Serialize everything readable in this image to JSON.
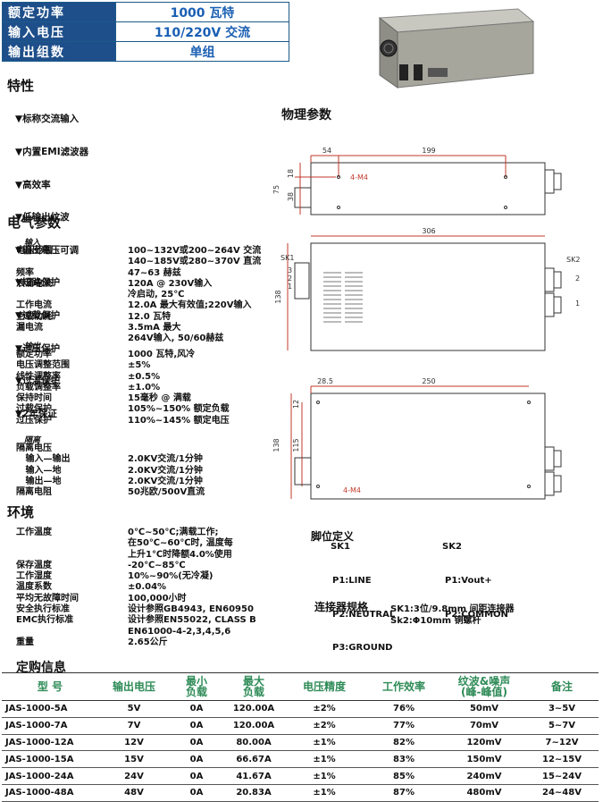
{
  "spec_table": [
    {
      "key": "额定功率",
      "value": "1000 瓦特"
    },
    {
      "key": "输入电压",
      "value": "110/220V 交流"
    },
    {
      "key": "输出组数",
      "value": "单组"
    }
  ],
  "features": {
    "title": "特性",
    "items": [
      "▼标称交流输入",
      "▼内置EMI滤波器",
      "▼高效率",
      "▼低输出纹波",
      "▼输出电压可调",
      "▼短路保护",
      "▼过载保护",
      "▼过压保护",
      "▼过温保护",
      "▼2年保证"
    ]
  },
  "physical_title": "物理参数",
  "electrical": {
    "title": "电气参数",
    "input_header": "输入",
    "input_labels": "电压范围\n\n频率\n浪涌电流\n\n工作电流\n空载功耗\n漏电流",
    "input_values": "100~132V或200~264V 交流\n140~185V或280~370V 直流\n47~63 赫兹\n120A @ 230V输入\n冷启动, 25℃\n12.0A 最大有效值;220V输入\n12.0 瓦特\n3.5mA 最大\n264V输入, 50/60赫兹",
    "output_header": "输出",
    "output_labels": "额定功率\n电压调整范围\n线性调整率\n负载调整率\n保持时间\n过载保护\n过压保护",
    "output_values": "1000 瓦特,风冷\n±5%\n±0.5%\n±1.0%\n15毫秒 @ 满载\n105%~150% 额定负载\n110%~145% 额定电压",
    "iso_header": "隔离",
    "iso_labels": "隔离电压\n   输入—输出\n   输入—地\n   输出—地\n隔离电阻",
    "iso_values": "\n2.0KV交流/1分钟\n2.0KV交流/1分钟\n2.0KV交流/1分钟\n50兆欧/500V直流"
  },
  "environment": {
    "title": "环境",
    "labels": "工作温度\n\n\n保存温度\n工作湿度\n温度系数\n平均无故障时间\n安全执行标准\nEMC执行标准\n\n重量",
    "values": "0℃~50℃;满载工作;\n在50℃~60℃时, 温度每\n上升1℃时降额4.0%使用\n-20℃~85℃\n10%~90%(无冷凝)\n±0.04%\n100,000小时\n设计参照GB4943, EN60950\n设计参照EN55022, CLASS B\nEN61000-4-2,3,4,5,6\n2.65公斤"
  },
  "pin_def": {
    "title": "脚位定义",
    "sk1": "SK1",
    "sk1_items": [
      "P1:LINE",
      "P2:NEUTRAL",
      "P3:GROUND"
    ],
    "sk2": "SK2",
    "sk2_items": [
      "P1:Vout+",
      "P2:COMMON"
    ],
    "conn_title": "连接器规格",
    "conn1": "SK1:3位/9.8mm 间距连接器",
    "conn2": "Sk2:Φ10mm 铜螺杆"
  },
  "drawing": {
    "top": {
      "d1": "54",
      "d2": "199",
      "screw": "4-M4",
      "h1": "18",
      "h2": "38",
      "h_total": "75"
    },
    "mid": {
      "width": "306",
      "height": "138",
      "sk1": "SK1",
      "sk2": "SK2",
      "pins_sk1": [
        "3",
        "2",
        "1"
      ],
      "pins_sk2": [
        "2",
        "1"
      ]
    },
    "bot": {
      "d1": "28.5",
      "d2": "250",
      "h1": "12",
      "h2": "115",
      "h_total": "138",
      "screw": "4-M4"
    }
  },
  "order": {
    "title": "定购信息",
    "headers": [
      "型 号",
      "输出电压",
      "最小\n负载",
      "最大\n负载",
      "电压精度",
      "工作效率",
      "纹波&噪声\n(峰-峰值)",
      "备注"
    ],
    "rows": [
      [
        "JAS-1000-5A",
        "5V",
        "0A",
        "120.00A",
        "±2%",
        "76%",
        "50mV",
        "3~5V"
      ],
      [
        "JAS-1000-7A",
        "7V",
        "0A",
        "120.00A",
        "±2%",
        "77%",
        "70mV",
        "5~7V"
      ],
      [
        "JAS-1000-12A",
        "12V",
        "0A",
        "80.00A",
        "±1%",
        "82%",
        "120mV",
        "7~12V"
      ],
      [
        "JAS-1000-15A",
        "15V",
        "0A",
        "66.67A",
        "±1%",
        "83%",
        "150mV",
        "12~15V"
      ],
      [
        "JAS-1000-24A",
        "24V",
        "0A",
        "41.67A",
        "±1%",
        "85%",
        "240mV",
        "15~24V"
      ],
      [
        "JAS-1000-48A",
        "48V",
        "0A",
        "20.83A",
        "±1%",
        "87%",
        "480mV",
        "24~48V"
      ]
    ]
  },
  "colors": {
    "spec_bg": "#1e4f8a",
    "spec_value": "#1a5fb4",
    "order_header": "#2e8b57",
    "dim_line": "#c0392b"
  }
}
